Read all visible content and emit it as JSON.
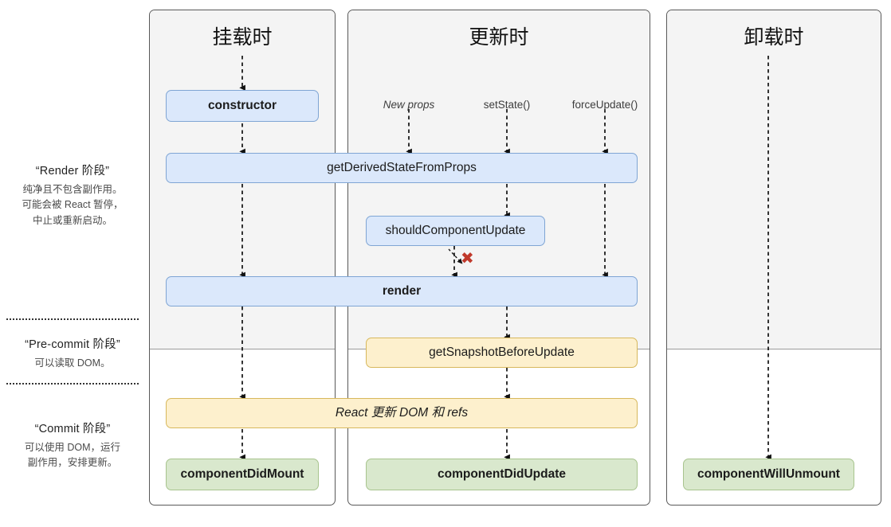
{
  "legend": [
    {
      "title": "“Render 阶段”",
      "lines": [
        "纯净且不包含副作用。",
        "可能会被 React 暂停，",
        "中止或重新启动。"
      ]
    },
    {
      "title": "“Pre-commit 阶段”",
      "lines": [
        "可以读取 DOM。"
      ]
    },
    {
      "title": "“Commit 阶段”",
      "lines": [
        "可以使用 DOM，运行",
        "副作用，安排更新。"
      ]
    }
  ],
  "columns": [
    {
      "title": "挂载时"
    },
    {
      "title": "更新时"
    },
    {
      "title": "卸载时"
    }
  ],
  "triggers": [
    {
      "label": "New props"
    },
    {
      "label": "setState()"
    },
    {
      "label": "forceUpdate()"
    }
  ],
  "nodes": {
    "constructor": "constructor",
    "get_derived_state_from_props": "getDerivedStateFromProps",
    "should_component_update": "shouldComponentUpdate",
    "render": "render",
    "get_snapshot_before_update": "getSnapshotBeforeUpdate",
    "react_updates_dom": "React 更新 DOM 和 refs",
    "component_did_mount": "componentDidMount",
    "component_did_update": "componentDidUpdate",
    "component_will_unmount": "componentWillUnmount"
  },
  "markers": {
    "skip_update": "✖"
  },
  "colors": {
    "lifecycle_blue_fill": "#dbe8fb",
    "lifecycle_blue_border": "#7fa5d4",
    "lifecycle_yellow_fill": "#fdf0cd",
    "lifecycle_yellow_border": "#d7b85c",
    "lifecycle_green_fill": "#d9e8cd",
    "lifecycle_green_border": "#a8c48e",
    "render_phase_bg": "#f4f4f4",
    "panel_border": "#595959",
    "skip_marker": "#c0392b"
  }
}
